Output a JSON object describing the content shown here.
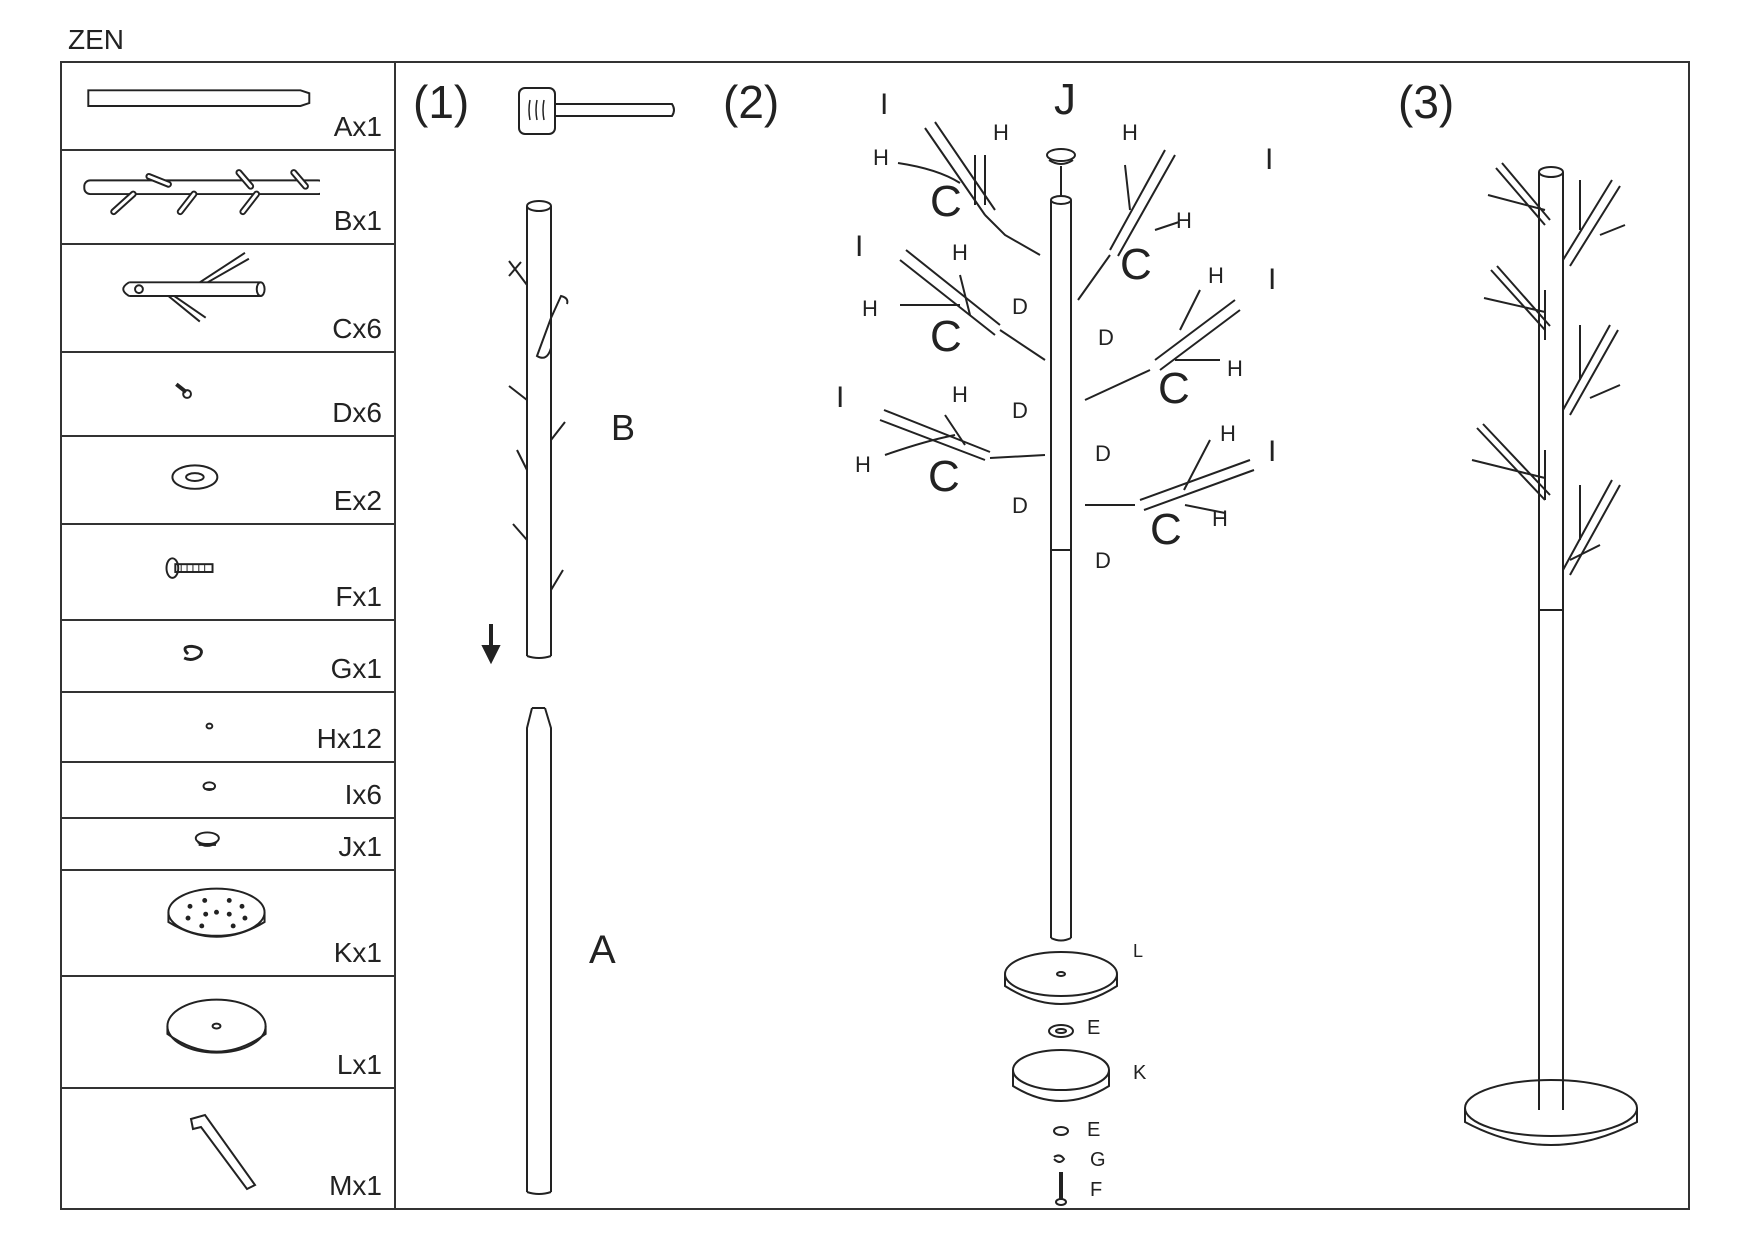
{
  "document": {
    "title": "ZEN",
    "foreground": "#222222",
    "background": "#ffffff"
  },
  "parts_list": [
    {
      "id": "A",
      "label": "Ax1",
      "quantity": 1,
      "icon": "pole-icon"
    },
    {
      "id": "B",
      "label": "Bx1",
      "quantity": 1,
      "icon": "upper-pole-icon"
    },
    {
      "id": "C",
      "label": "Cx6",
      "quantity": 6,
      "icon": "branch-arm-icon"
    },
    {
      "id": "D",
      "label": "Dx6",
      "quantity": 6,
      "icon": "screw-icon"
    },
    {
      "id": "E",
      "label": "Ex2",
      "quantity": 2,
      "icon": "washer-icon"
    },
    {
      "id": "F",
      "label": "Fx1",
      "quantity": 1,
      "icon": "bolt-icon"
    },
    {
      "id": "G",
      "label": "Gx1",
      "quantity": 1,
      "icon": "spring-washer-icon"
    },
    {
      "id": "H",
      "label": "Hx12",
      "quantity": 12,
      "icon": "small-cap-icon"
    },
    {
      "id": "I",
      "label": "Ix6",
      "quantity": 6,
      "icon": "end-cap-icon"
    },
    {
      "id": "J",
      "label": "Jx1",
      "quantity": 1,
      "icon": "top-cap-icon"
    },
    {
      "id": "K",
      "label": "Kx1",
      "quantity": 1,
      "icon": "base-plate-icon"
    },
    {
      "id": "L",
      "label": "Lx1",
      "quantity": 1,
      "icon": "base-disc-icon"
    },
    {
      "id": "M",
      "label": "Mx1",
      "quantity": 1,
      "icon": "allen-key-icon"
    }
  ],
  "steps": [
    {
      "number": "(1)",
      "labels": {
        "upper": "B",
        "lower": "A"
      },
      "tool": "mallet-icon"
    },
    {
      "number": "(2)",
      "labels": {
        "top_cap": "J",
        "arm": "C",
        "end_cap": "I",
        "small_cap": "H",
        "screw": "D",
        "base_disc": "L",
        "washer": "E",
        "base_plate": "K",
        "spring_washer": "G",
        "bolt": "F"
      }
    },
    {
      "number": "(3)"
    }
  ]
}
